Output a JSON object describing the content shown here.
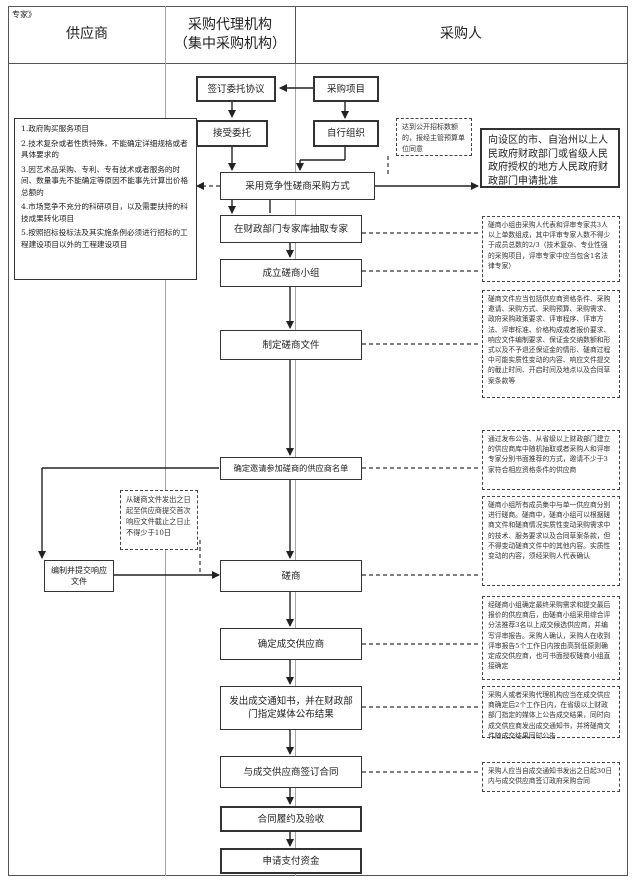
{
  "headers": {
    "corner": "专家》",
    "supplier": "供应商",
    "agency_line1": "采购代理机构",
    "agency_line2": "（集中采购机构）",
    "purchaser": "采购人"
  },
  "boxes": {
    "sign": "签订委托协议",
    "project": "采购项目",
    "accept": "接受委托",
    "self_org": "自行组织",
    "adopt": "采用竞争性磋商采购方式",
    "extract": "在财政部门专家库抽取专家",
    "form_group": "成立磋商小组",
    "make_docs": "制定磋商文件",
    "determine_list": "确定邀请参加磋商的供应商名单",
    "prepare": "编制并提交响应文件",
    "consult": "磋商",
    "determine_winner": "确定成交供应商",
    "notify": "发出成交通知书，并在财政部门指定媒体公布结果",
    "contract": "与成交供应商签订合同",
    "perform": "合同履约及验收",
    "payment": "申请支付资金",
    "approval": "向设区的市、自治州以上人民政府财政部门或省级人民政府授权的地方人民政府财政部门申请批准"
  },
  "conditions": [
    "1.政府购买服务项目",
    "2.技术复杂或者性质特殊，不能确定详细规格或者具体要求的",
    "3.因艺术品采购、专利、专有技术或者服务的时间、数量事先不能确定等原因不能事先计算出价格总额的",
    "4.市场竞争不充分的科研项目，以及需要扶持的科技成果转化项目",
    "5.按照招标投标法及其实施条例必须进行招标的工程建设项目以外的工程建设项目"
  ],
  "notes": {
    "threshold": "达到公开招标数额的，报经主管预算单位同意",
    "experts": "磋商小组由采购人代表和评审专家共3人以上单数组成，其中评审专家人数不得少于成员总数的2/3（技术复杂、专业性强的采购项目，评审专家中应当包含1名法律专家）",
    "docs": "磋商文件应当包括供应商资格条件、采购邀请、采购方式、采购预算、采购需求、政府采购政策要求、评审程序、评审方法、评审标准、价格构成或者报价要求、响应文件编制要求、保证金交纳数额和形式以及不予退还保证金的情形、磋商过程中可能实质性变动的内容、响应文件提交的截止时间、开启时间及地点以及合同草案条款等",
    "list": "通过发布公告、从省级以上财政部门建立的供应商库中随机抽取或者采购人和评审专家分别书面推荐的方式，邀请不少于3家符合相应资格条件的供应商",
    "deadline": "从磋商文件发出之日起至供应商提交首次响应文件截止之日止不得少于10日",
    "consult": "磋商小组所有成员集中与单一供应商分别进行磋商。磋商中，磋商小组可以根据磋商文件和磋商情况实质性变动采购需求中的技术、服务要求以及合同草案条款，但不得变动磋商文件中的其他内容。实质性变动的内容，须经采购人代表确认",
    "winner": "经磋商小组确定最终采购需求和提交最后报价的供应商后，由磋商小组采用综合评分法推荐3名以上成交候选供应商，并编写评审报告。采购人确认，采购人在收到评审报告5个工作日内按由高到低原则确定成交供应商，也可书面授权磋商小组直接确定",
    "notify": "采购人或者采购代理机构应当在成交供应商确定后2个工作日内，在省级以上财政部门指定的媒体上公告成交结果，同时向成交供应商发出成交通知书，并将磋商文件随成交结果同时公告",
    "contract": "采购人应当自成交通知书发出之日起30日内与成交供应商签订政府采购合同"
  }
}
